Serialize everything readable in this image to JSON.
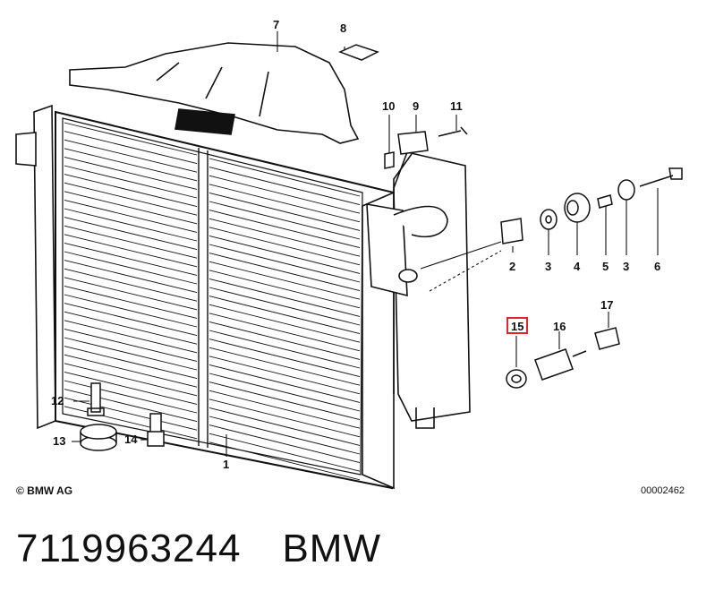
{
  "diagram": {
    "callouts": {
      "c1": "1",
      "c2": "2",
      "c3a": "3",
      "c3b": "3",
      "c4": "4",
      "c5": "5",
      "c6": "6",
      "c7": "7",
      "c8": "8",
      "c9": "9",
      "c10": "10",
      "c11": "11",
      "c12": "12",
      "c13": "13",
      "c14": "14",
      "c15": "15",
      "c16": "16",
      "c17": "17"
    },
    "highlighted_callout": "15",
    "highlight_color": "#e0252f",
    "copyright": "© BMW AG",
    "figure_number": "00002462"
  },
  "part": {
    "number": "7119963244",
    "brand": "BMW"
  }
}
